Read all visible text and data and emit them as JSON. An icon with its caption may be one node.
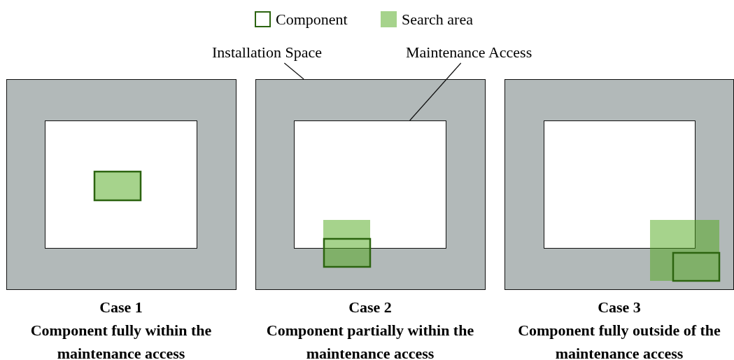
{
  "diagram": {
    "nodes": [
      {
        "text": [
          "Installation Space"
        ]
      },
      {
        "text": [
          "Maintenance Access"
        ]
      },
      {
        "text": [],
        "shape": "box"
      },
      {
        "text": [],
        "shape": "box",
        "in": 2
      },
      {
        "text": [],
        "shape": "box"
      },
      {
        "text": [],
        "shape": "box",
        "in": 4
      },
      {
        "text": [],
        "shape": "box"
      },
      {
        "text": [],
        "shape": "box",
        "in": 6
      }
    ],
    "edges": [
      {
        "from": 0,
        "to": 4,
        "arrow": "none"
      },
      {
        "from": 1,
        "to": 5,
        "arrow": "none"
      }
    ],
    "labels": [
      "Case 1",
      "Component fully within the maintenance access",
      "Case 2",
      "Component partially within the maintenance access",
      "Case 3",
      "Component fully outside of the maintenance access"
    ],
    "legend": [
      {
        "text": "Component"
      },
      {
        "text": "Search area",
        "color": "#a6d38c"
      }
    ]
  }
}
